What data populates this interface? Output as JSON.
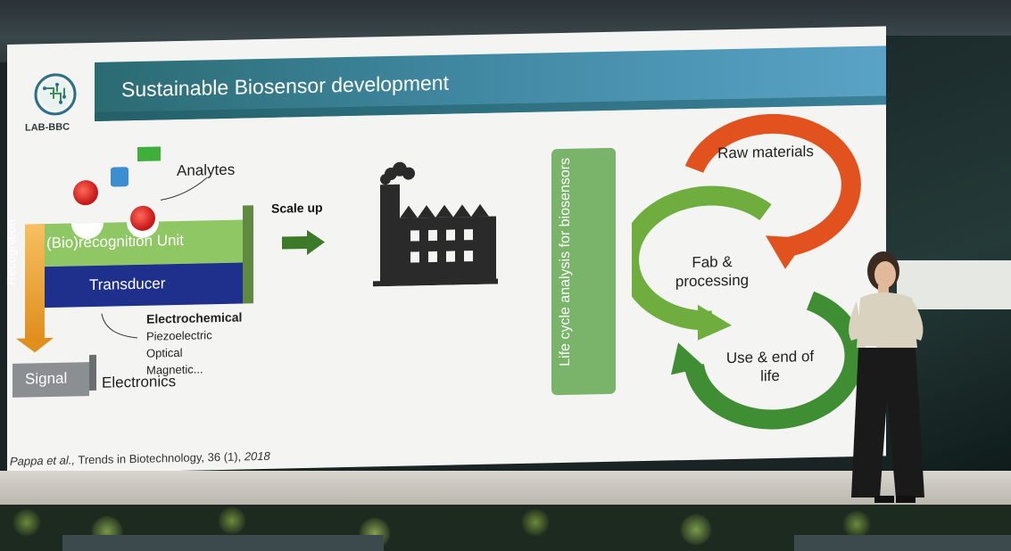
{
  "slide": {
    "title": "Sustainable Biosensor development",
    "logo_text": "LAB-BBC",
    "diagram": {
      "analytes": "Analytes",
      "recognition_unit": "(Bio)recognition Unit",
      "transducer": "Transducer",
      "recognition": "Recognition",
      "signal": "Signal",
      "electronics": "Electronics",
      "types": [
        "Electrochemical",
        "Piezoelectric",
        "Optical",
        "Magnetic..."
      ]
    },
    "scale_up": "Scale up",
    "lca": "Life cycle analysis for biosensors",
    "cycle": {
      "raw": "Raw materials",
      "fab": "Fab & processing",
      "use": "Use & end of life"
    },
    "citation": {
      "authors": "Pappa et al.,",
      "journal": " Trends in Biotechnology, 36 (1), ",
      "year": "2018"
    }
  },
  "colors": {
    "header": "#3f87a0",
    "lca_green": "#7ab36a",
    "raw_arrow": "#e2521e",
    "fab_arrow": "#6fae3e",
    "use_arrow": "#3f8e34",
    "transducer": "#1f2f8c",
    "recognition": "#e08e1e"
  },
  "icons": [
    "logo-icon",
    "factory-icon",
    "arrow-right-icon",
    "cycle-arrows-icon"
  ]
}
